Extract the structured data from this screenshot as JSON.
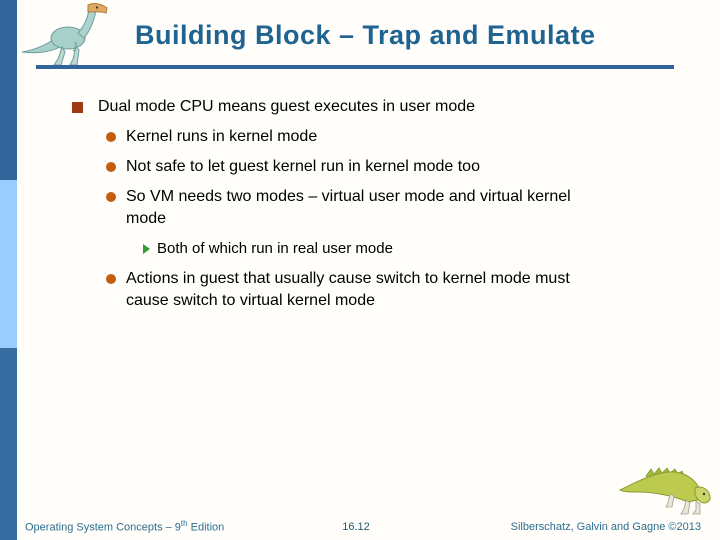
{
  "header": {
    "title": "Building Block – Trap and Emulate"
  },
  "bullets": [
    {
      "level": 1,
      "text": "Dual mode CPU means guest executes in user mode"
    },
    {
      "level": 2,
      "text": "Kernel runs in kernel mode"
    },
    {
      "level": 2,
      "text": "Not safe to let guest kernel run in kernel mode too"
    },
    {
      "level": 2,
      "text": "So VM needs two modes – virtual user mode and virtual kernel mode"
    },
    {
      "level": 3,
      "text": "Both of which run in real user mode"
    },
    {
      "level": 2,
      "text": "Actions in guest that usually cause switch to kernel mode must cause switch to virtual kernel mode"
    }
  ],
  "footer": {
    "left_prefix": "Operating System Concepts – 9",
    "left_sup": "th",
    "left_suffix": " Edition",
    "page_number": "16.12",
    "right": "Silberschatz, Galvin and Gagne ©2013"
  },
  "icons": {
    "top_left": "dinosaur-logo",
    "bottom_right": "dinosaur-logo"
  },
  "colors": {
    "title": "#1F6391",
    "title_rule": "#31639C",
    "sidebar_dark_top": "#32669A",
    "sidebar_light": "#99CCFF",
    "sidebar_dark_bottom": "#376CA1",
    "bullet_square": "#9E3A12",
    "bullet_circle": "#C25E0E",
    "bullet_arrow": "#339933",
    "body_text": "#000000",
    "footer_text": "#2C6E8F"
  }
}
